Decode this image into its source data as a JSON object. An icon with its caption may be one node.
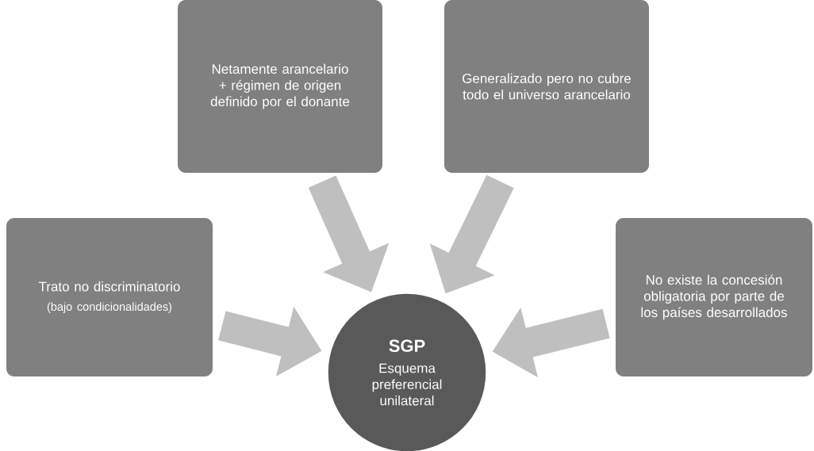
{
  "diagram": {
    "nodes": [
      {
        "text": [
          "Trato no discriminatorio",
          "(bajo condicionalidades)"
        ]
      },
      {
        "text": [
          "Netamente arancelario + régimen de origen definido por el donante"
        ]
      },
      {
        "text": [
          "Generalizado pero no cubre todo el universo arancelario"
        ]
      },
      {
        "text": [
          "No existe la concesión obligatoria por parte de los países desarrollados"
        ]
      },
      {
        "text": [
          "SGP",
          "Esquema preferencial unilateral"
        ]
      }
    ],
    "edges": [
      {
        "from": 0,
        "to": 4,
        "arrow": "to"
      },
      {
        "from": 1,
        "to": 4,
        "arrow": "to"
      },
      {
        "from": 2,
        "to": 4,
        "arrow": "to"
      },
      {
        "from": 3,
        "to": 4,
        "arrow": "to"
      }
    ]
  }
}
